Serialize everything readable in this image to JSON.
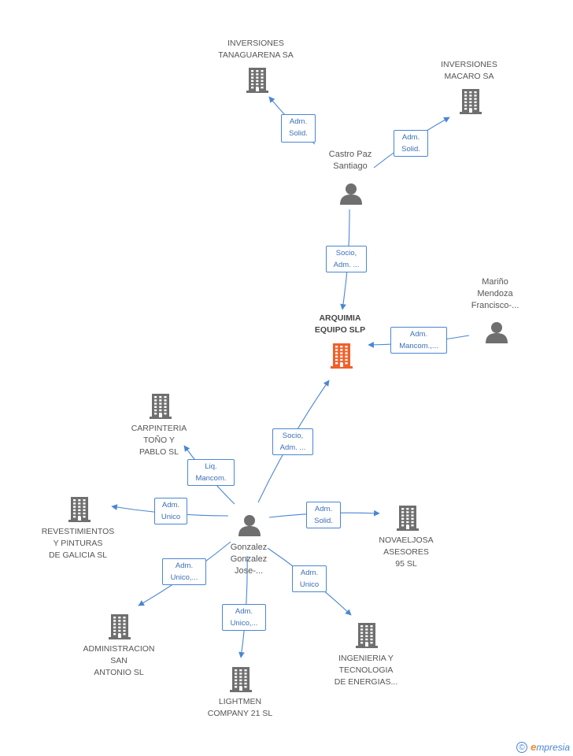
{
  "nodes": {
    "inv_tanaguarena": {
      "label": "INVERSIONES\nTANAGUARENA SA",
      "kind": "company"
    },
    "inv_macaro": {
      "label": "INVERSIONES\nMACARO SA",
      "kind": "company"
    },
    "castro_paz": {
      "label": "Castro Paz\nSantiago",
      "kind": "person"
    },
    "arquimia": {
      "label": "ARQUIMIA\nEQUIPO SLP",
      "kind": "focus"
    },
    "marino": {
      "label": "Mariño\nMendoza\nFrancisco-...",
      "kind": "person"
    },
    "carpinteria": {
      "label": "CARPINTERIA\nTOÑO Y\nPABLO SL",
      "kind": "company"
    },
    "revestimientos": {
      "label": "REVESTIMIENTOS\nY PINTURAS\nDE GALICIA SL",
      "kind": "company"
    },
    "gonzalez": {
      "label": "Gonzalez\nGonzalez\nJose-...",
      "kind": "person"
    },
    "novaeljosa": {
      "label": "NOVAELJOSA\nASESORES\n95 SL",
      "kind": "company"
    },
    "administracion": {
      "label": "ADMINISTRACION\nSAN\nANTONIO  SL",
      "kind": "company"
    },
    "lightmen": {
      "label": "LIGHTMEN\nCOMPANY 21 SL",
      "kind": "company"
    },
    "ingenieria": {
      "label": "INGENIERIA Y\nTECNOLOGIA\nDE ENERGIAS...",
      "kind": "company"
    }
  },
  "edges": [
    {
      "from": "castro_paz",
      "to": "inv_tanaguarena",
      "label": "Adm.\nSolid."
    },
    {
      "from": "castro_paz",
      "to": "inv_macaro",
      "label": "Adm.\nSolid."
    },
    {
      "from": "castro_paz",
      "to": "arquimia",
      "label": "Socio,\nAdm. ..."
    },
    {
      "from": "marino",
      "to": "arquimia",
      "label": "Adm.\nMancom.,..."
    },
    {
      "from": "gonzalez",
      "to": "arquimia",
      "label": "Socio,\nAdm. ..."
    },
    {
      "from": "gonzalez",
      "to": "carpinteria",
      "label": "Liq.\nMancom."
    },
    {
      "from": "gonzalez",
      "to": "revestimientos",
      "label": "Adm.\nUnico"
    },
    {
      "from": "gonzalez",
      "to": "novaeljosa",
      "label": "Adm.\nSolid."
    },
    {
      "from": "gonzalez",
      "to": "administracion",
      "label": "Adm.\nUnico,..."
    },
    {
      "from": "gonzalez",
      "to": "lightmen",
      "label": "Adm.\nUnico,..."
    },
    {
      "from": "gonzalez",
      "to": "ingenieria",
      "label": "Adm.\nUnico"
    }
  ],
  "colors": {
    "company": "#6f6f6f",
    "focus": "#f0602b",
    "person": "#6f6f6f",
    "edge": "#4a86d4"
  },
  "footer": {
    "copyright": "©",
    "brand_initial": "e",
    "brand_rest": "mpresia"
  }
}
